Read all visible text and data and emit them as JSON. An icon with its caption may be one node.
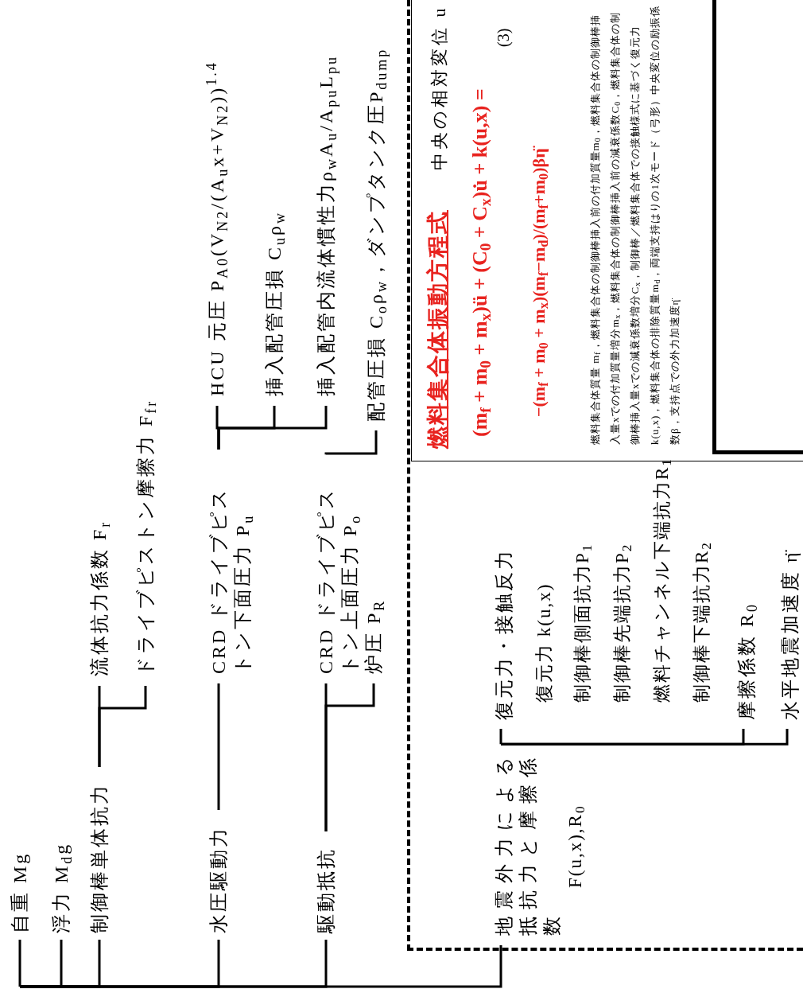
{
  "diagram": {
    "nodes": [
      {
        "text": [
          "自重 Mg"
        ]
      },
      {
        "text": [
          "浮力 M$_{d}$g"
        ]
      },
      {
        "text": [
          "制御棒単体抗力"
        ]
      },
      {
        "text": [
          "流体抗力係数 F$_{r}$"
        ]
      },
      {
        "text": [
          "ドライブピストン摩擦力 F$_{fr}$"
        ]
      },
      {
        "text": [
          "水圧駆動力"
        ]
      },
      {
        "text": [
          "CRD ドライブピストン下面圧力 P$_{u}$"
        ]
      },
      {
        "text": [
          "HCU 元圧 P$_{A0}$(V$_{N2}$/(A$_{u}$x+V$_{N2}$))$^{1.4}$"
        ]
      },
      {
        "text": [
          "挿入配管圧損 C$_{u}$ρ$_{w}$"
        ]
      },
      {
        "text": [
          "挿入配管内流体慣性力ρ$_{w}$A$_{u}$/A$_{pu}$L$_{pu}$"
        ]
      },
      {
        "text": [
          "駆動抵抗"
        ]
      },
      {
        "text": [
          "CRD ドライブピストン上面圧力 P$_{o}$"
        ]
      },
      {
        "text": [
          "炉圧 P$_{R}$"
        ]
      },
      {
        "text": [
          "配管圧損 C$_{o}$ρ$_{w}$，ダンプタンク圧P$_{dump}$"
        ]
      },
      {
        "text": [],
        "shape": "box"
      },
      {
        "text": [
          "地震外力による抵抗力と摩擦係数",
          "F(u,x),R$_{0}$"
        ],
        "in": 14
      },
      {
        "text": [
          "復元力・接触反力"
        ],
        "in": 14
      },
      {
        "text": [
          "摩擦係数 R$_{0}$"
        ],
        "in": 14
      },
      {
        "text": [
          "水平地震加速度 η̈"
        ],
        "in": 14
      },
      {
        "text": [
          "燃料集合体振動方程式",
          "中央の相対変位 u",
          "(m$_{f}$ + m$_{0}$ + m$_{x}$)ü + (C$_{0}$ + C$_{x}$)u̇ + k(u,x) =",
          "−(m$_{f}$ + m$_{0}$ + m$_{x}$)(m$_{f}$−m$_{d}$)/(m$_{f}$+m$_{0}$)βη̈",
          "(3)",
          "燃料集合体質量 m$_{f}$，燃料集合体の制御棒挿入前の付加質量m$_{0}$，燃料集合体の制御棒挿入量xでの付加質量増分m$_{x}$，燃料集合体の制御棒挿入前の減衰係数C$_{0}$，燃料集合体の制御棒挿入量xでの減衰係数増分C$_{x}$，制御棒／燃料集合体での接触様式に基づく復元力k(u,x)，燃料集合体の排除質量m$_{d}$，両端支持はりの1次モード（弓形）中央変位の励振係数β，支持点での外力加速度η̈"
        ],
        "in": 14
      }
    ],
    "edges": [
      {
        "from": null,
        "to": 0,
        "arrow": "none"
      },
      {
        "from": null,
        "to": 1,
        "arrow": "none"
      },
      {
        "from": null,
        "to": 2,
        "arrow": "none"
      },
      {
        "from": null,
        "to": 5,
        "arrow": "none"
      },
      {
        "from": null,
        "to": 10,
        "arrow": "none"
      },
      {
        "from": null,
        "to": 15,
        "arrow": "none"
      },
      {
        "from": 2,
        "to": 3,
        "arrow": "none"
      },
      {
        "from": 2,
        "to": 4,
        "arrow": "none"
      },
      {
        "from": 5,
        "to": 6,
        "arrow": "none"
      },
      {
        "from": 6,
        "to": 7,
        "arrow": "none"
      },
      {
        "from": 6,
        "to": 8,
        "arrow": "none"
      },
      {
        "from": 6,
        "to": 9,
        "arrow": "none"
      },
      {
        "from": 10,
        "to": 11,
        "arrow": "none"
      },
      {
        "from": 10,
        "to": 12,
        "arrow": "none"
      },
      {
        "from": 11,
        "to": 13,
        "arrow": "none"
      },
      {
        "from": 15,
        "to": 16,
        "arrow": "none"
      },
      {
        "from": 15,
        "to": 17,
        "arrow": "none"
      },
      {
        "from": 15,
        "to": 18,
        "arrow": "none"
      }
    ],
    "labels": [
      "復元力 k(u,x)",
      "制御棒側面抗力P$_{1}$",
      "制御棒先端抗力P$_{2}$",
      "燃料チャンネル下端抗力R$_{1}$",
      "制御棒下端抗力R$_{2}$"
    ]
  }
}
